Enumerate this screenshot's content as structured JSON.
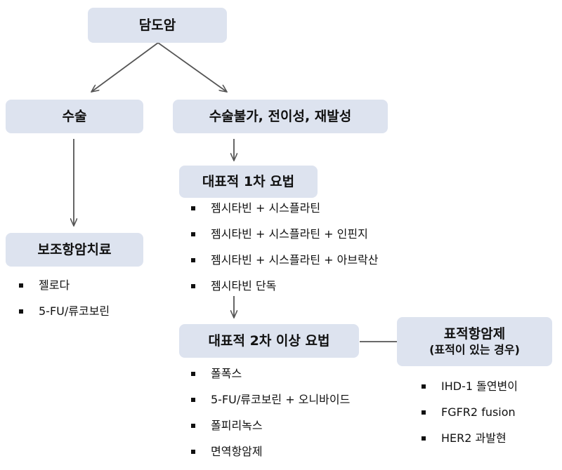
{
  "colors": {
    "box_fill": "#dde3ef",
    "line": "#555555",
    "text": "#111111"
  },
  "nodes": {
    "root": "담도암",
    "surgery": "수술",
    "unresectable": "수술불가, 전이성, 재발성",
    "adjuvant": "보조항암치료",
    "first_line": "대표적 1차 요법",
    "second_line": "대표적 2차 이상 요법",
    "targeted": {
      "title": "표적항암제",
      "subtitle": "(표적이 있는 경우)"
    }
  },
  "lists": {
    "adjuvant_items": [
      "젤로다",
      "5-FU/류코보린"
    ],
    "first_line_items": [
      "젬시타빈 + 시스플라틴",
      "젬시타빈 + 시스플라틴 + 인핀지",
      "젬시타빈 + 시스플라틴 + 아브락산",
      "젬시타빈 단독"
    ],
    "second_line_items": [
      "폴폭스",
      "5-FU/류코보린 + 오니바이드",
      "폴피리녹스",
      "면역항암제"
    ],
    "targeted_items": [
      "IHD-1 돌연변이",
      "FGFR2 fusion",
      "HER2 과발현"
    ]
  }
}
